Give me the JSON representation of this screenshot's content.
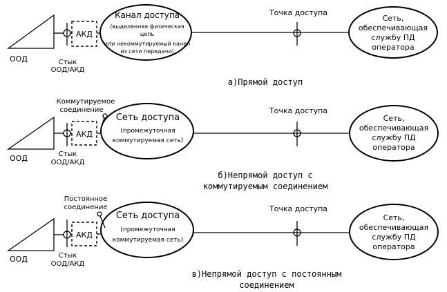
{
  "labels": {
    "ood": "ООД",
    "akd": "АКД",
    "access_point": "Точка доступа",
    "interface_line1": "Стык",
    "interface_line2": "ООД/АКД",
    "network": [
      "Сеть,",
      "обеспечивающая",
      "службу ПД",
      "оператора"
    ]
  },
  "panel_a": {
    "channel_title": "Канал доступа",
    "channel_lines": [
      "(выделенная физическая",
      "цепь",
      "или некоммутируемый канал",
      "из сети передачи)"
    ],
    "caption": "а)Прямой доступ"
  },
  "panel_b": {
    "connection_line1": "Коммутируемое",
    "connection_line2": "соединение",
    "net_title": "Сеть доступа",
    "net_line1": "(промежуточная",
    "net_line2": "коммутируемая сеть)",
    "caption_line1": "б)Непрямой доступ с",
    "caption_line2": "коммутируемым соединением"
  },
  "panel_c": {
    "connection_line1": "Постоянное",
    "connection_line2": "соединение",
    "net_title": "Сеть доступа",
    "net_line1": "(промежуточная",
    "net_line2": "коммутируемая сеть)",
    "caption_line1": "в)Непрямой доступ с постоянным",
    "caption_line2": "соединением"
  }
}
